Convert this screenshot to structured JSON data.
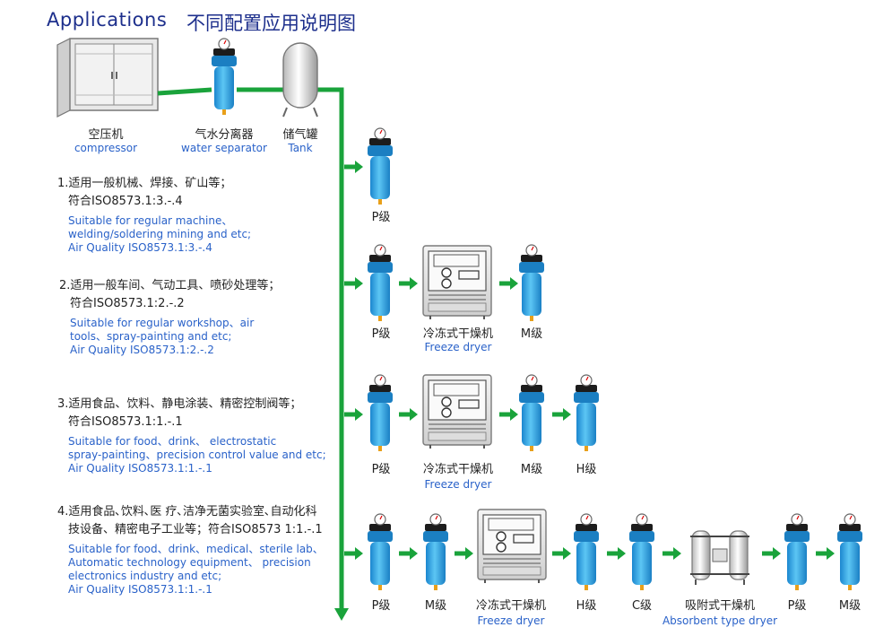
{
  "header": {
    "title_en": "Applications",
    "title_cn": "不同配置应用说明图"
  },
  "source": {
    "compressor": {
      "cn": "空压机",
      "en": "compressor"
    },
    "separator": {
      "cn": "气水分离器",
      "en": "water separator"
    },
    "tank": {
      "cn": "储气罐",
      "en": "Tank"
    }
  },
  "applications": [
    {
      "cn1": "1.适用一般机械、焊接、矿山等；",
      "cn2": "符合ISO8573.1:3.-.4",
      "en": [
        "Suitable for regular machine、",
        "welding/soldering mining and etc;",
        "Air Quality ISO8573.1:3.-.4"
      ]
    },
    {
      "cn1": "2.适用一般车间、气动工具、喷砂处理等；",
      "cn2": "符合ISO8573.1:2.-.2",
      "en": [
        "Suitable for regular workshop、air",
        "tools、spray-painting  and  etc;",
        "Air Quality ISO8573.1:2.-.2"
      ]
    },
    {
      "cn1": "3.适用食品、饮料、静电涂装、精密控制阀等；",
      "cn2": "符合ISO8573.1:1.-.1",
      "en": [
        "Suitable for food、drink、 electrostatic",
        "spray-painting、precision control value and etc;",
        "Air Quality ISO8573.1:1.-.1"
      ]
    },
    {
      "cn1": "4.适用食品､饮料､医 疗､洁净无菌实验室､自动化科",
      "cn2": "技设备、精密电子工业等；符合ISO8573 1:1.-.1",
      "en": [
        "Suitable for food、drink、medical、sterile lab、",
        "Automatic technology equipment、 precision",
        "electronics industry and etc;",
        "Air Quality ISO8573.1:1.-.1"
      ]
    }
  ],
  "labels": {
    "p": "P级",
    "m": "M级",
    "h": "H级",
    "c": "C级",
    "freeze_cn": "冷冻式干燥机",
    "freeze_en": "Freeze dryer",
    "absorb_cn": "吸附式干燥机",
    "absorb_en": "Absorbent type dryer"
  },
  "colors": {
    "pipe": "#1aa33b",
    "filter": "#2aa3e6",
    "title": "#1d2f8c",
    "english": "#2a62c9"
  }
}
